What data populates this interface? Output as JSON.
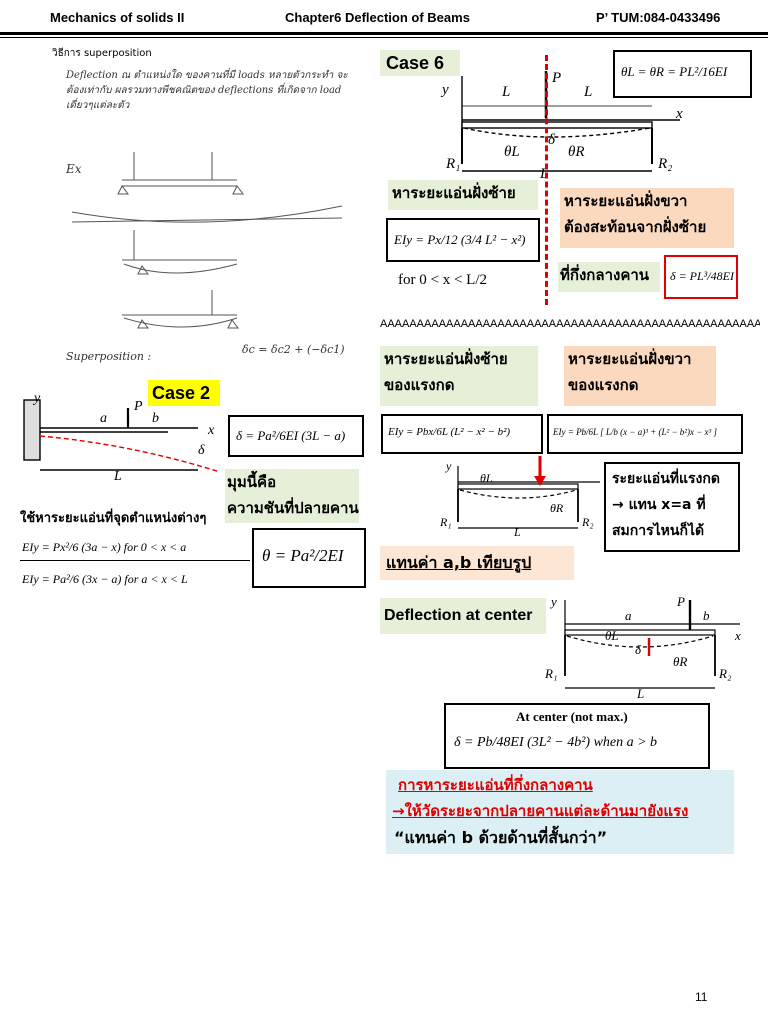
{
  "header": {
    "left": "Mechanics of solids II",
    "center": "Chapter6  Deflection of Beams",
    "right": "P’ TUM:084-0433496"
  },
  "method_label": "วิธีการ superposition",
  "sketch": {
    "quote": "Deflection ณ ตำแหน่งใด ของคานที่มี loads หลายตัวกระทำ จะต้องเท่ากับ ผลรวมทางพีชคณิตของ deflections ที่เกิดจาก load เดี่ยวๆแต่ละตัว",
    "ex": "Ex",
    "superposition": "Superposition :",
    "eq": "δc = δc2 + (−δc1)"
  },
  "case6": {
    "title": "Case 6",
    "theta_eq": "θL = θR = PL²/16EI",
    "left_label": "หาระยะแอ่นฝั่งซ้าย",
    "right_label_1": "หาระยะแอ่นฝั่งขวา",
    "right_label_2": "ต้องสะท้อนจากฝั่งซ้าย",
    "eiy": "EIy = Px/12 (3/4 L² − x²)",
    "for_range": "for   0 < x < L/2",
    "mid_label": "ที่กึ่งกลางคาน",
    "delta_mid": "δ = PL³/48EI"
  },
  "separator": "AAAAAAAAAAAAAAAAAAAAAAAAAAAAAAAAAAAAAAAAAAAAAAAAAAAA",
  "case2": {
    "title": "Case 2",
    "delta_eq": "δ = Pa²/6EI (3L − a)",
    "angle_label_1": "มุมนี้คือ",
    "angle_label_2": "ความชันที่ปลายคาน",
    "use_label": "ใช้หาระยะแอ่นที่จุดตำแหน่งต่างๆ",
    "eq1": "EIy = Px²/6 (3a − x)   for   0 < x < a",
    "eq2": "EIy = Pa²/6 (3x − a)   for   a < x < L",
    "theta_eq": "θ = Pa²/2EI"
  },
  "case7": {
    "left_label_1": "หาระยะแอ่นฝั่งซ้าย",
    "left_label_2": "ของแรงกด",
    "right_label_1": "หาระยะแอ่นฝั่งขวา",
    "right_label_2": "ของแรงกด",
    "eq_left": "EIy = Pbx/6L (L² − x² − b²)",
    "eq_right": "EIy = Pb/6L [ L/b (x − a)³ + (L² − b²)x − x³ ]",
    "force_label_1": "ระยะแอ่นที่แรงกด",
    "force_label_2": "→ แทน x=a ที่",
    "force_label_3": "สมการไหนก็ได้",
    "compare": "แทนค่า a,b เทียบรูป",
    "center_title": "Deflection at center",
    "center_note": "At center (not max.)",
    "center_eq": "δ = Pb/48EI (3L² − 4b²) when a > b",
    "blue_1": "การหาระยะแอ่นที่กึ่งกลางคาน",
    "blue_2": "→ให้วัดระยะจากปลายคานแต่ละด้านมายังแรง",
    "blue_3": "“แทนค่า b ด้วยด้านที่สั้นกว่า”"
  },
  "page_number": "11"
}
